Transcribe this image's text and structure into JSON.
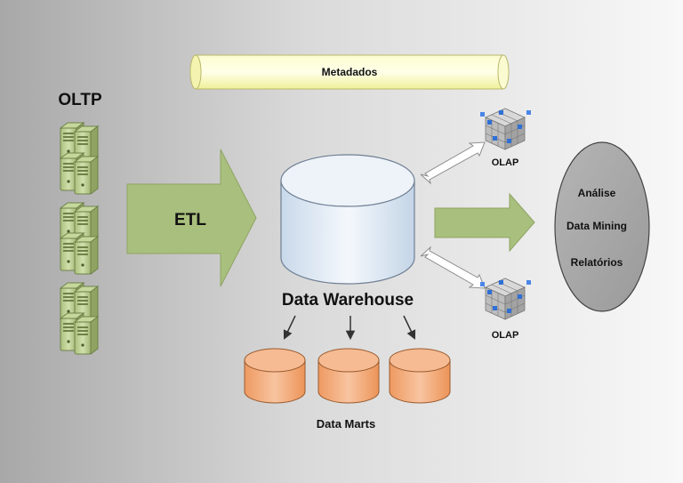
{
  "metadata_label": "Metadados",
  "oltp_label": "OLTP",
  "etl_label": "ETL",
  "warehouse_label": "Data Warehouse",
  "marts_label": "Data Marts",
  "olap_top_label": "OLAP",
  "olap_bottom_label": "OLAP",
  "outputs": [
    "Análise",
    "Data Mining",
    "Relatórios"
  ],
  "colors": {
    "background_left": "#a9a9a9",
    "background_right": "#f7f7f7",
    "server": "#b9cc8e",
    "arrow": "#a6bd7a",
    "warehouse": "#d9e6f2",
    "data_mart": "#f4ad7a",
    "metadata_tube": "#ffffc4",
    "output_ellipse": "#a6a6a6"
  }
}
